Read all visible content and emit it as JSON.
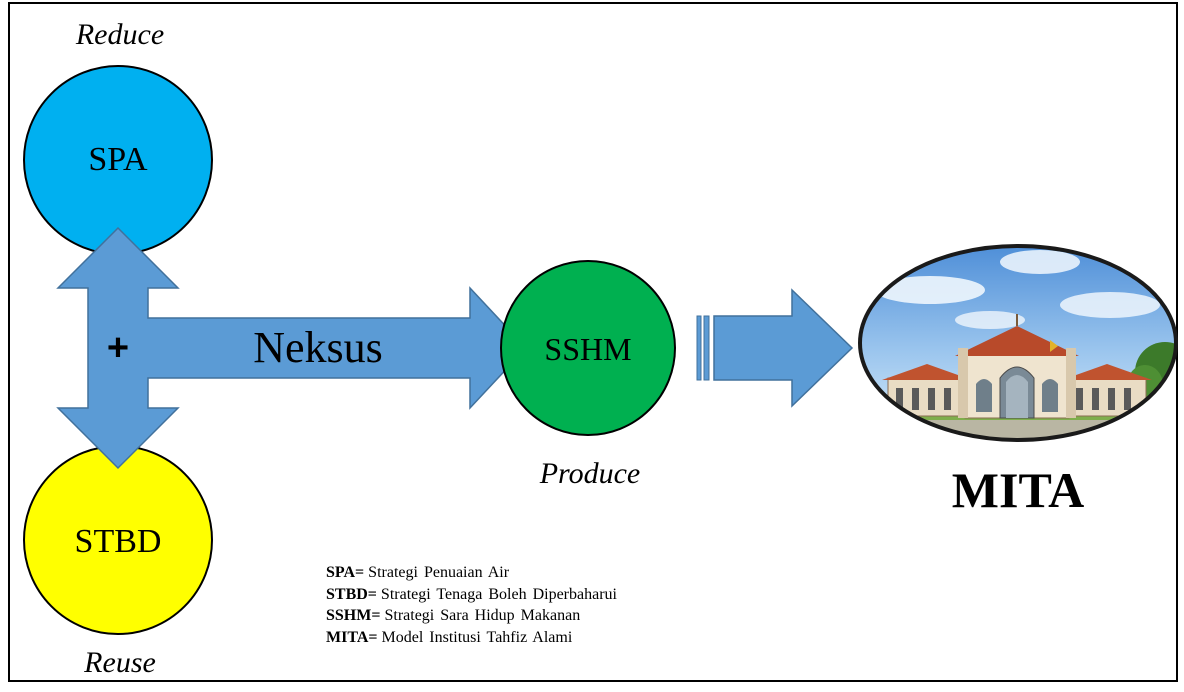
{
  "nodes": {
    "spa": {
      "abbr": "SPA",
      "caption": "Reduce",
      "color": "#00b0f0"
    },
    "stbd": {
      "abbr": "STBD",
      "caption": "Reuse",
      "color": "#ffff00"
    },
    "sshm": {
      "abbr": "SSHM",
      "caption": "Produce",
      "color": "#00b050"
    },
    "mita": {
      "abbr": "MITA"
    }
  },
  "connector": {
    "plus": "+",
    "label": "Neksus",
    "color": "#5b9bd5",
    "border_color": "#41719c"
  },
  "building_image": {
    "icon": "mosque-building-illustration"
  },
  "legend": [
    {
      "abbr": "SPA",
      "eq": "=",
      "definition": "Strategi Penuaian Air"
    },
    {
      "abbr": "STBD",
      "eq": "=",
      "definition": "Strategi Tenaga Boleh Diperbaharui"
    },
    {
      "abbr": "SSHM",
      "eq": "=",
      "definition": "Strategi Sara Hidup Makanan"
    },
    {
      "abbr": "MITA",
      "eq": "=",
      "definition": "Model Institusi Tahfiz Alami"
    }
  ]
}
